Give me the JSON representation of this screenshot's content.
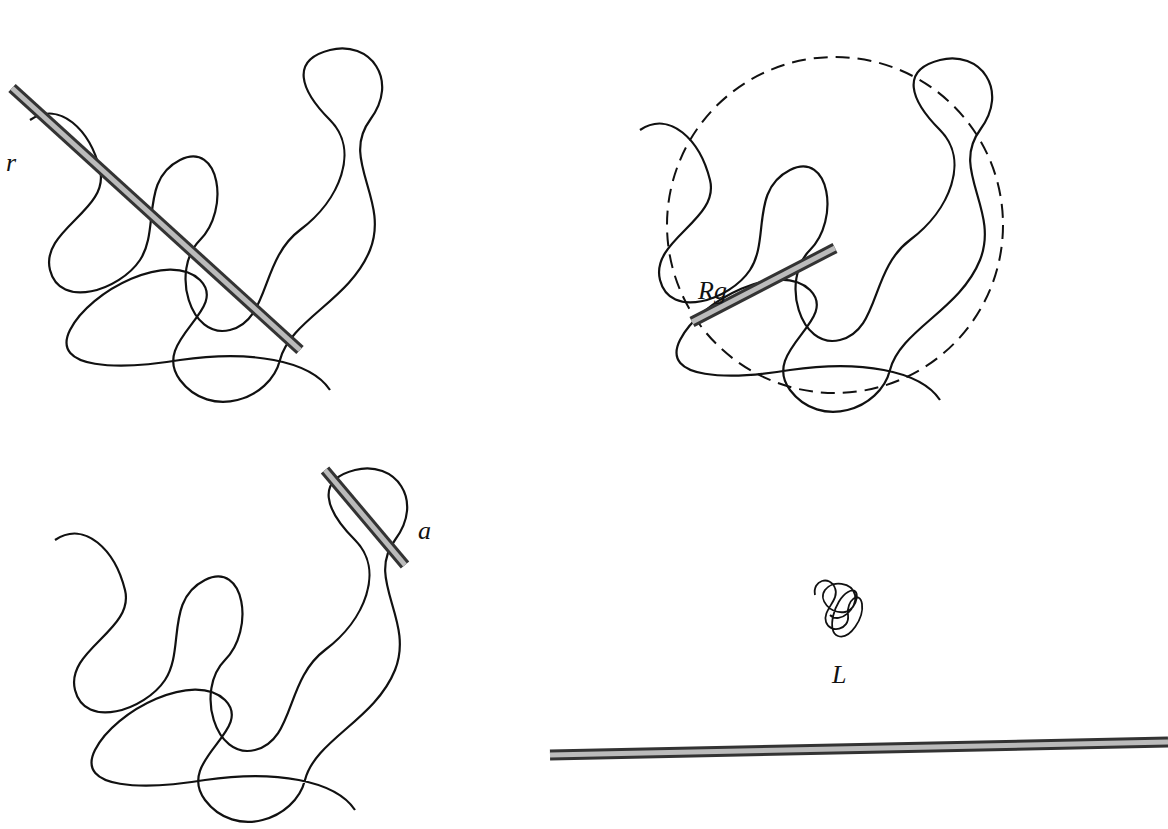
{
  "diagram": {
    "labels": [
      "r",
      "Rg",
      "a",
      "L"
    ]
  }
}
